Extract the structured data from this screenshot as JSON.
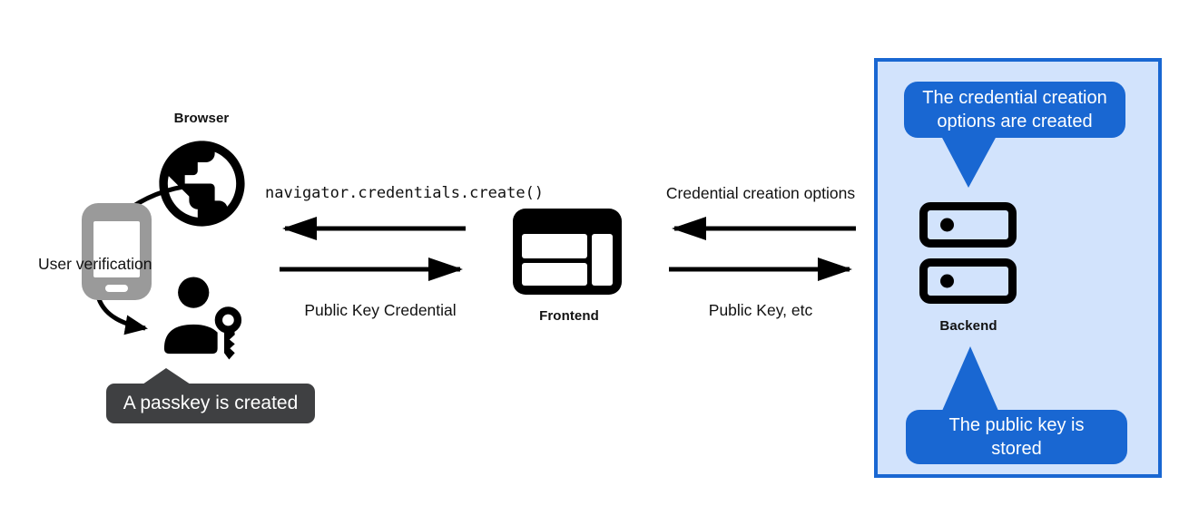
{
  "colors": {
    "bubble_blue": "#1967d2",
    "panel_fill": "#d2e3fc",
    "panel_border": "#1967d2",
    "tooltip_gray": "#3f4042",
    "phone_gray": "#9a9a9a",
    "ink": "#111111"
  },
  "icons": {
    "browser": "globe-icon",
    "authenticator": "phone-icon",
    "passkey_user": "person-key-icon",
    "frontend": "browser-window-icon",
    "backend": "server-stack-icon"
  },
  "browser_group": {
    "browser_label": "Browser",
    "user_verification_label": "User verification",
    "passkey_tooltip": "A passkey is created"
  },
  "frontend_group": {
    "label": "Frontend",
    "arrow_to_browser_label": "navigator.credentials.create()",
    "arrow_to_frontend_label": "Public Key Credential"
  },
  "backend_group": {
    "label": "Backend",
    "arrow_to_frontend_label": "Credential creation options",
    "arrow_to_backend_label": "Public Key, etc",
    "options_bubble_text": "The credential creation options are created",
    "stored_bubble_text": "The public key is stored"
  }
}
